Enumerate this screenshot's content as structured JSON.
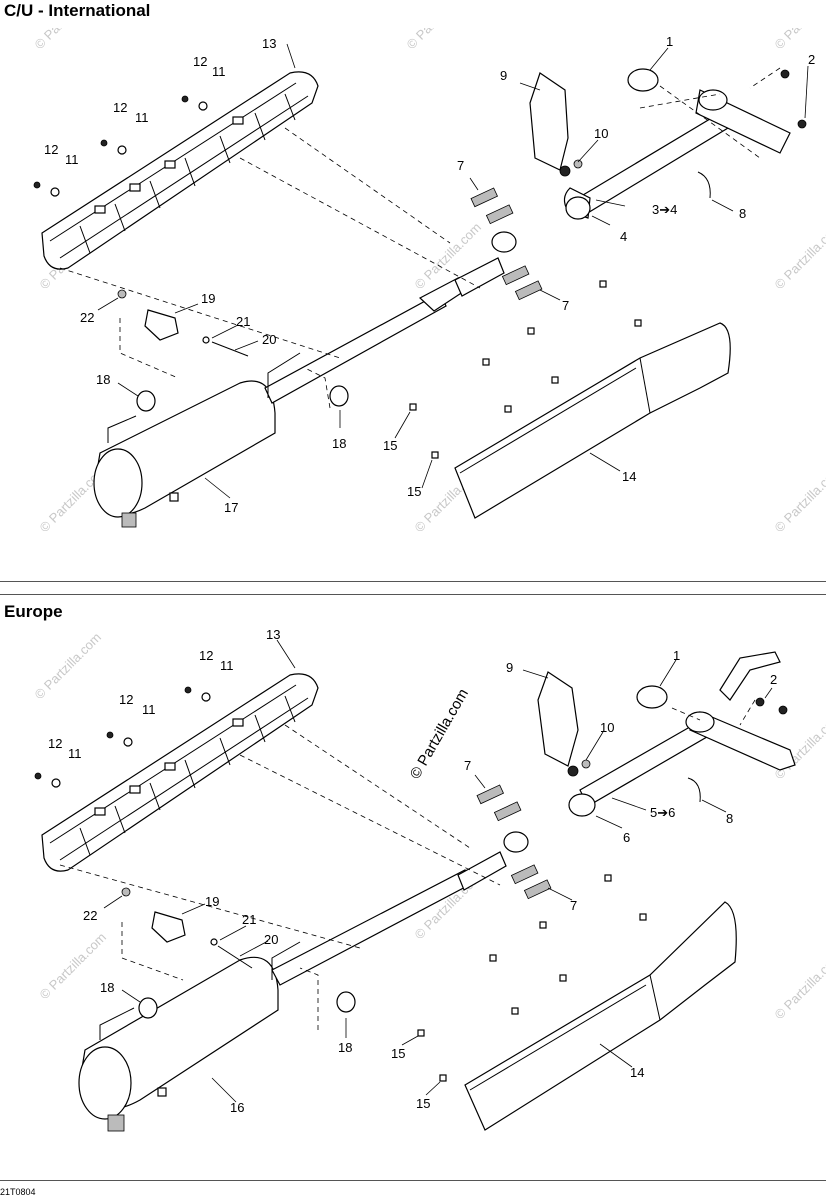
{
  "sections": [
    {
      "title": "C/U - International",
      "callouts": {
        "c1": "1",
        "c2": "2",
        "c3": "3➔4",
        "c4": "4",
        "c7a": "7",
        "c7b": "7",
        "c8": "8",
        "c9": "9",
        "c10": "10",
        "c11a": "11",
        "c11b": "11",
        "c11c": "11",
        "c12a": "12",
        "c12b": "12",
        "c12c": "12",
        "c13": "13",
        "c14": "14",
        "c15a": "15",
        "c15b": "15",
        "c17": "17",
        "c18a": "18",
        "c18b": "18",
        "c19": "19",
        "c20": "20",
        "c21": "21",
        "c22": "22"
      }
    },
    {
      "title": "Europe",
      "callouts": {
        "c1": "1",
        "c2": "2",
        "c5": "5➔6",
        "c6": "6",
        "c7a": "7",
        "c7b": "7",
        "c8": "8",
        "c9": "9",
        "c10": "10",
        "c11a": "11",
        "c11b": "11",
        "c11c": "11",
        "c12a": "12",
        "c12b": "12",
        "c12c": "12",
        "c13": "13",
        "c14": "14",
        "c15a": "15",
        "c15b": "15",
        "c16": "16",
        "c18a": "18",
        "c18b": "18",
        "c19": "19",
        "c20": "20",
        "c21": "21",
        "c22": "22"
      }
    }
  ],
  "watermark": {
    "small": "© Partzilla.com",
    "large": "© Partzilla.com"
  },
  "footer": {
    "code": "21T0804"
  }
}
